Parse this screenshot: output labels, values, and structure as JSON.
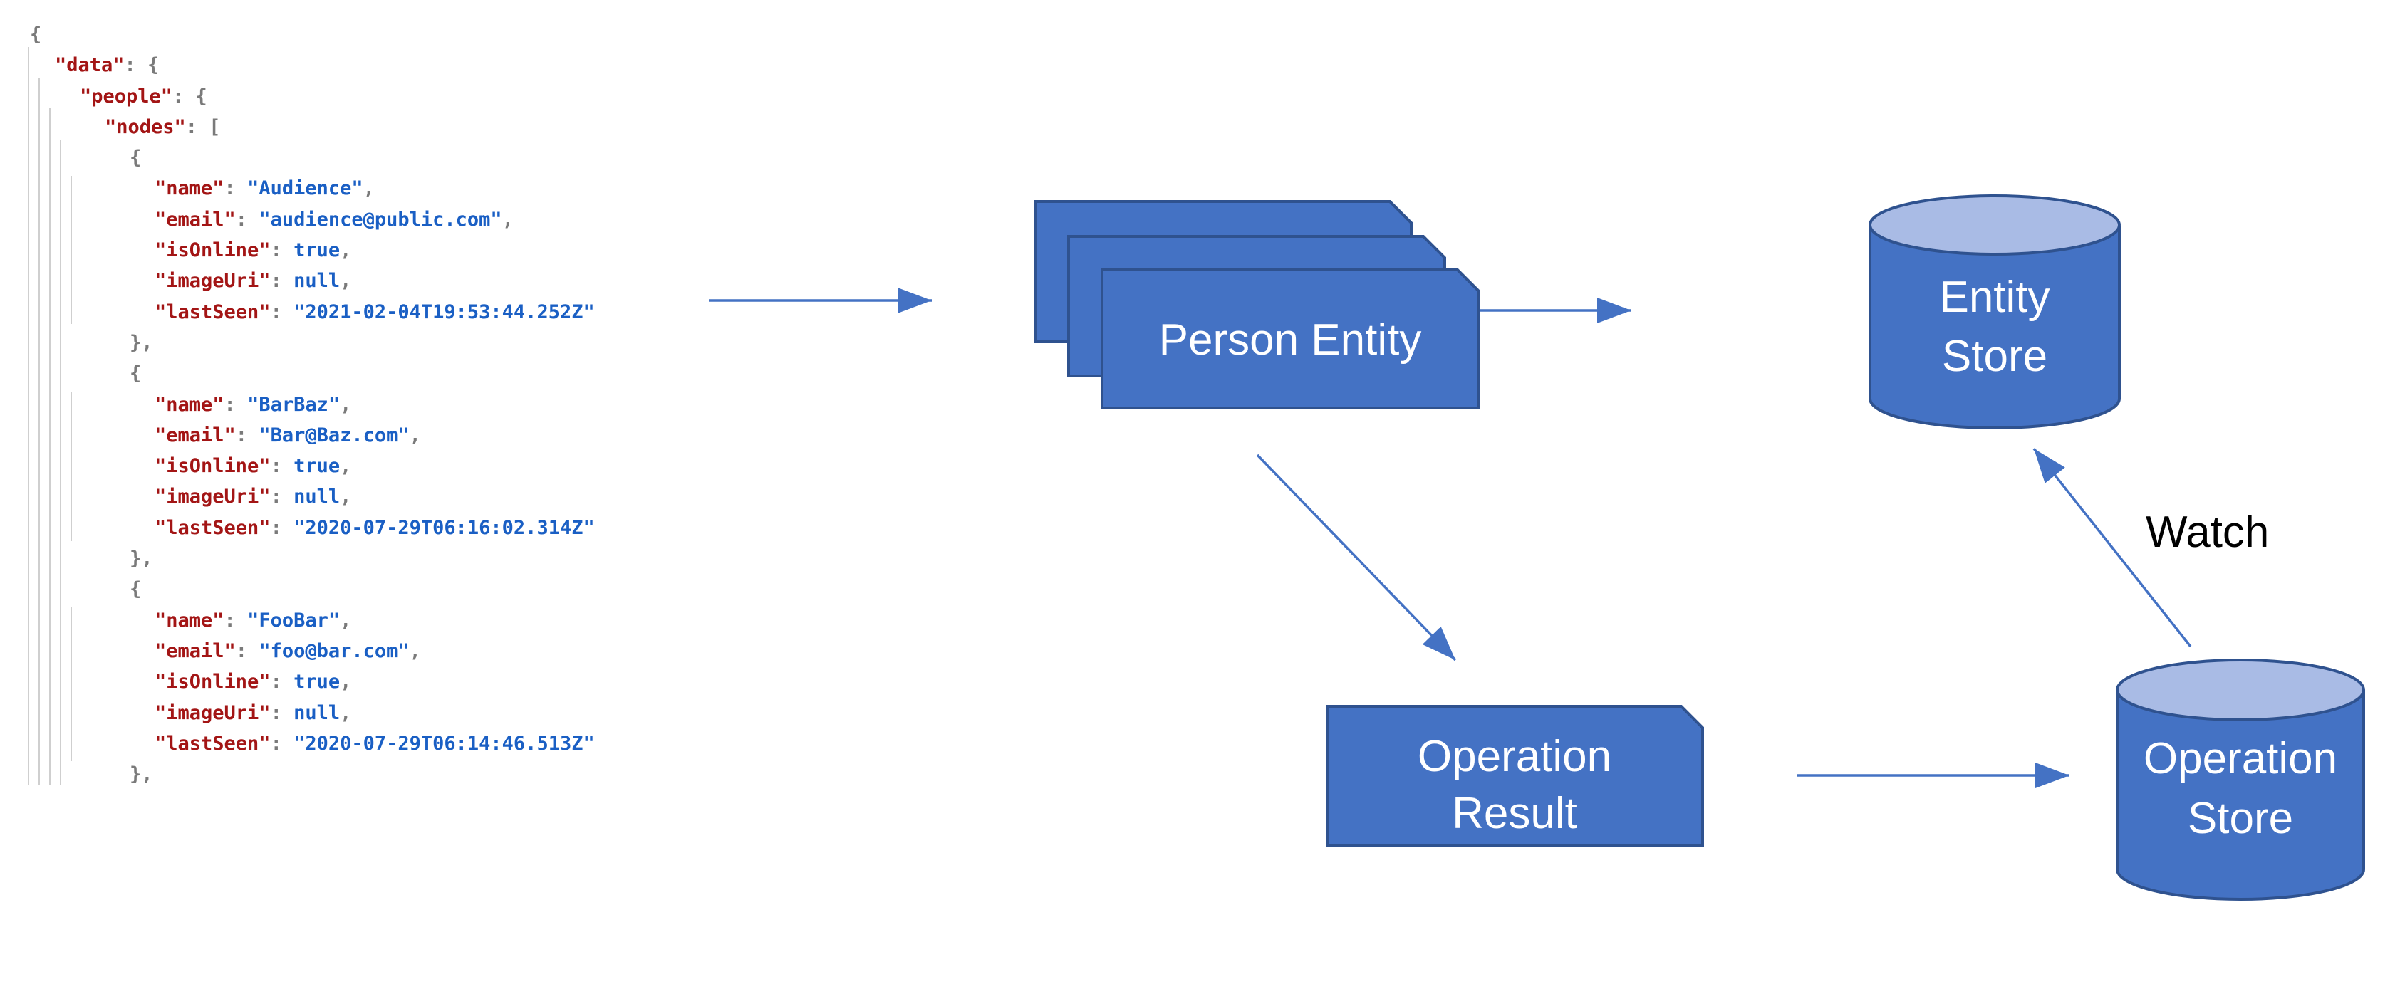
{
  "colors": {
    "shape_fill": "#4472C4",
    "shape_border": "#2F528F",
    "cylinder_top_fill": "#A9BBE5",
    "arrow": "#4472C4",
    "code_key": "#A31515",
    "code_value": "#1A5FC4",
    "code_punctuation": "#7A7A7A",
    "indent_guide": "#CFCFCF",
    "label_text": "#FFFFFF",
    "watch_text": "#000000"
  },
  "code": {
    "language": "json",
    "lines": [
      {
        "i": 0,
        "t": [
          {
            "c": "p",
            "s": "{"
          }
        ]
      },
      {
        "i": 1,
        "t": [
          {
            "c": "k",
            "s": "\"data\""
          },
          {
            "c": "p",
            "s": ": {"
          }
        ]
      },
      {
        "i": 2,
        "t": [
          {
            "c": "k",
            "s": "\"people\""
          },
          {
            "c": "p",
            "s": ": {"
          }
        ]
      },
      {
        "i": 3,
        "t": [
          {
            "c": "k",
            "s": "\"nodes\""
          },
          {
            "c": "p",
            "s": ": ["
          }
        ]
      },
      {
        "i": 4,
        "t": [
          {
            "c": "p",
            "s": "{"
          }
        ]
      },
      {
        "i": 5,
        "t": [
          {
            "c": "k",
            "s": "\"name\""
          },
          {
            "c": "p",
            "s": ": "
          },
          {
            "c": "v",
            "s": "\"Audience\""
          },
          {
            "c": "p",
            "s": ","
          }
        ]
      },
      {
        "i": 5,
        "t": [
          {
            "c": "k",
            "s": "\"email\""
          },
          {
            "c": "p",
            "s": ": "
          },
          {
            "c": "v",
            "s": "\"audience@public.com\""
          },
          {
            "c": "p",
            "s": ","
          }
        ]
      },
      {
        "i": 5,
        "t": [
          {
            "c": "k",
            "s": "\"isOnline\""
          },
          {
            "c": "p",
            "s": ": "
          },
          {
            "c": "v",
            "s": "true"
          },
          {
            "c": "p",
            "s": ","
          }
        ]
      },
      {
        "i": 5,
        "t": [
          {
            "c": "k",
            "s": "\"imageUri\""
          },
          {
            "c": "p",
            "s": ": "
          },
          {
            "c": "v",
            "s": "null"
          },
          {
            "c": "p",
            "s": ","
          }
        ]
      },
      {
        "i": 5,
        "t": [
          {
            "c": "k",
            "s": "\"lastSeen\""
          },
          {
            "c": "p",
            "s": ": "
          },
          {
            "c": "v",
            "s": "\"2021-02-04T19:53:44.252Z\""
          }
        ]
      },
      {
        "i": 4,
        "t": [
          {
            "c": "p",
            "s": "},"
          }
        ]
      },
      {
        "i": 4,
        "t": [
          {
            "c": "p",
            "s": "{"
          }
        ]
      },
      {
        "i": 5,
        "t": [
          {
            "c": "k",
            "s": "\"name\""
          },
          {
            "c": "p",
            "s": ": "
          },
          {
            "c": "v",
            "s": "\"BarBaz\""
          },
          {
            "c": "p",
            "s": ","
          }
        ]
      },
      {
        "i": 5,
        "t": [
          {
            "c": "k",
            "s": "\"email\""
          },
          {
            "c": "p",
            "s": ": "
          },
          {
            "c": "v",
            "s": "\"Bar@Baz.com\""
          },
          {
            "c": "p",
            "s": ","
          }
        ]
      },
      {
        "i": 5,
        "t": [
          {
            "c": "k",
            "s": "\"isOnline\""
          },
          {
            "c": "p",
            "s": ": "
          },
          {
            "c": "v",
            "s": "true"
          },
          {
            "c": "p",
            "s": ","
          }
        ]
      },
      {
        "i": 5,
        "t": [
          {
            "c": "k",
            "s": "\"imageUri\""
          },
          {
            "c": "p",
            "s": ": "
          },
          {
            "c": "v",
            "s": "null"
          },
          {
            "c": "p",
            "s": ","
          }
        ]
      },
      {
        "i": 5,
        "t": [
          {
            "c": "k",
            "s": "\"lastSeen\""
          },
          {
            "c": "p",
            "s": ": "
          },
          {
            "c": "v",
            "s": "\"2020-07-29T06:16:02.314Z\""
          }
        ]
      },
      {
        "i": 4,
        "t": [
          {
            "c": "p",
            "s": "},"
          }
        ]
      },
      {
        "i": 4,
        "t": [
          {
            "c": "p",
            "s": "{"
          }
        ]
      },
      {
        "i": 5,
        "t": [
          {
            "c": "k",
            "s": "\"name\""
          },
          {
            "c": "p",
            "s": ": "
          },
          {
            "c": "v",
            "s": "\"FooBar\""
          },
          {
            "c": "p",
            "s": ","
          }
        ]
      },
      {
        "i": 5,
        "t": [
          {
            "c": "k",
            "s": "\"email\""
          },
          {
            "c": "p",
            "s": ": "
          },
          {
            "c": "v",
            "s": "\"foo@bar.com\""
          },
          {
            "c": "p",
            "s": ","
          }
        ]
      },
      {
        "i": 5,
        "t": [
          {
            "c": "k",
            "s": "\"isOnline\""
          },
          {
            "c": "p",
            "s": ": "
          },
          {
            "c": "v",
            "s": "true"
          },
          {
            "c": "p",
            "s": ","
          }
        ]
      },
      {
        "i": 5,
        "t": [
          {
            "c": "k",
            "s": "\"imageUri\""
          },
          {
            "c": "p",
            "s": ": "
          },
          {
            "c": "v",
            "s": "null"
          },
          {
            "c": "p",
            "s": ","
          }
        ]
      },
      {
        "i": 5,
        "t": [
          {
            "c": "k",
            "s": "\"lastSeen\""
          },
          {
            "c": "p",
            "s": ": "
          },
          {
            "c": "v",
            "s": "\"2020-07-29T06:14:46.513Z\""
          }
        ]
      },
      {
        "i": 4,
        "t": [
          {
            "c": "p",
            "s": "},"
          }
        ]
      }
    ]
  },
  "shapes": {
    "person_entity": {
      "label": "Person Entity"
    },
    "entity_store": {
      "label_line1": "Entity",
      "label_line2": "Store"
    },
    "operation_result": {
      "label_line1": "Operation",
      "label_line2": "Result"
    },
    "operation_store": {
      "label_line1": "Operation",
      "label_line2": "Store"
    }
  },
  "annotations": {
    "watch_label": "Watch"
  }
}
